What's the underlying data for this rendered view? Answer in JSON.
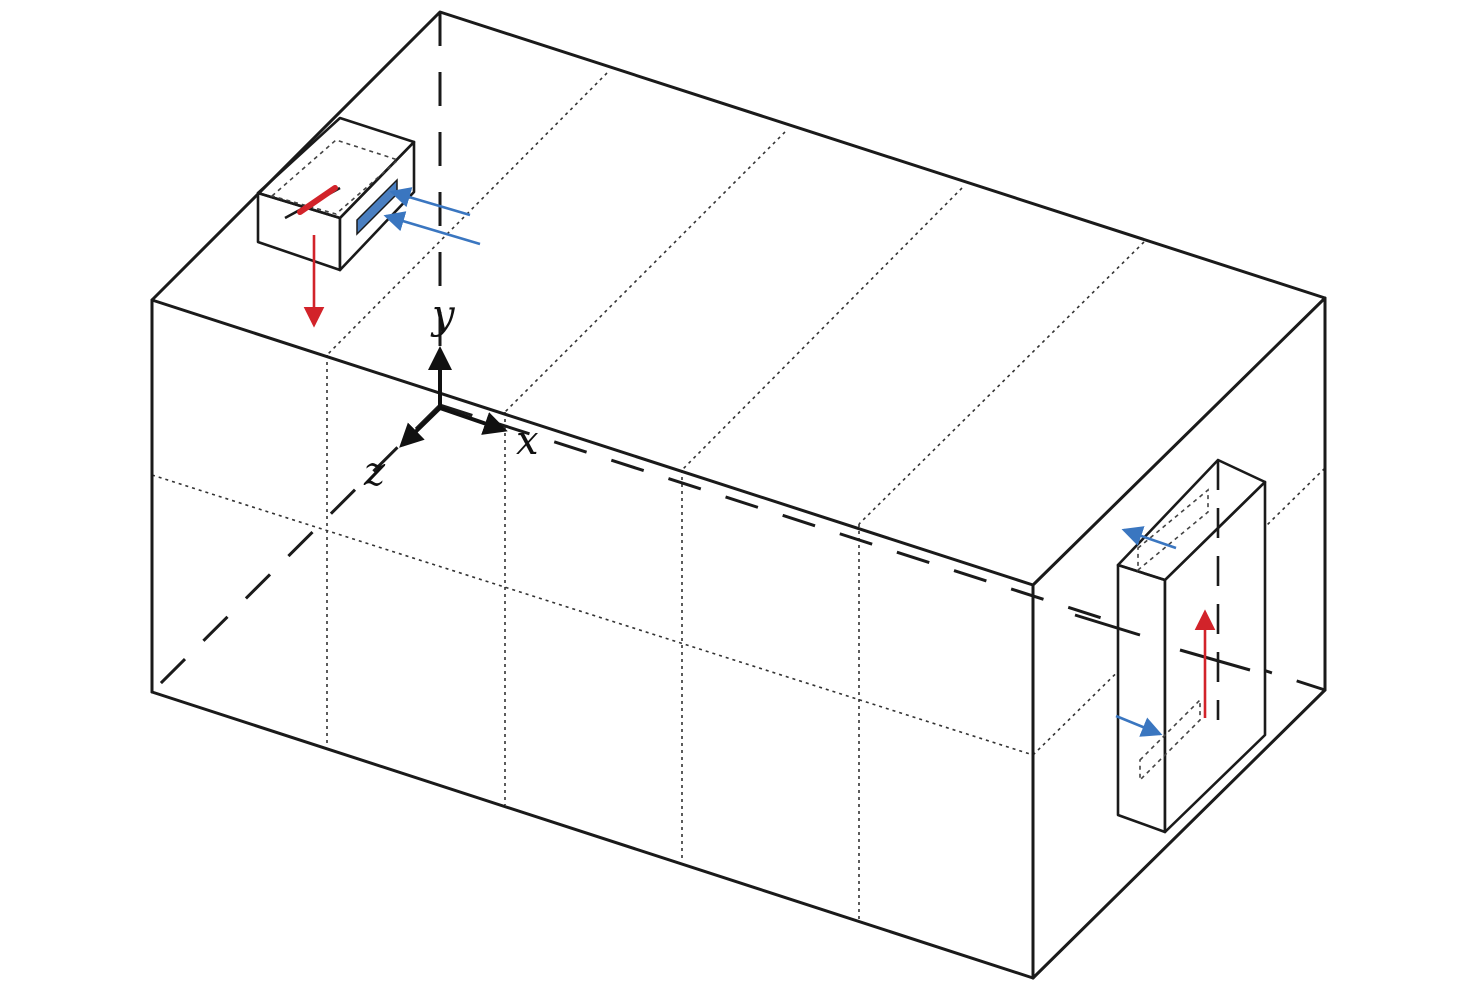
{
  "axes": {
    "x_label": "x",
    "y_label": "y",
    "z_label": "z"
  },
  "colors": {
    "outline": "#1a1a1a",
    "supply_flow": "#d2232a",
    "return_flow": "#3a76c0",
    "coil_fill": "#4a7fc1"
  }
}
